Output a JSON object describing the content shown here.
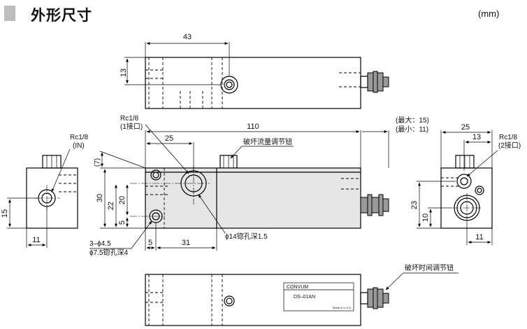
{
  "header": {
    "title": "外形尺寸",
    "unit": "(mm)"
  },
  "top_view": {
    "dim_length": "43",
    "dim_height": "13"
  },
  "front_view": {
    "port1_label": "Rc1/8",
    "port1_sub": "(1接口)",
    "dim_total_length": "110",
    "dim_pos_25": "25",
    "vacuum_flow_knob": "破坏流量调节钮",
    "dim_7": "(7)",
    "dim_30": "30",
    "dim_22": "22",
    "dim_20": "20",
    "dim_5v": "5",
    "dim_5h": "5",
    "dim_31": "31",
    "mount_hole": "3–ϕ4.5",
    "mount_cbore": "ϕ7.5锪孔深4",
    "port_cbore": "ϕ14锪孔深1.5",
    "stroke_max": "(最大：15)",
    "stroke_min": "(最小：11)"
  },
  "left_view": {
    "port_label": "Rc1/8",
    "port_sub": "(IN)",
    "dim_15": "15",
    "dim_11": "11"
  },
  "right_view": {
    "dim_25": "25",
    "dim_13": "13",
    "port_label": "Rc1/8",
    "port_sub": "(2接口)",
    "dim_23": "23",
    "dim_10": "10",
    "dim_11": "11"
  },
  "bottom_view": {
    "time_knob": "破坏时间调节钮",
    "brand": "CONVUM",
    "model": "DS–01AN",
    "maker": "Made in U.S.A."
  }
}
